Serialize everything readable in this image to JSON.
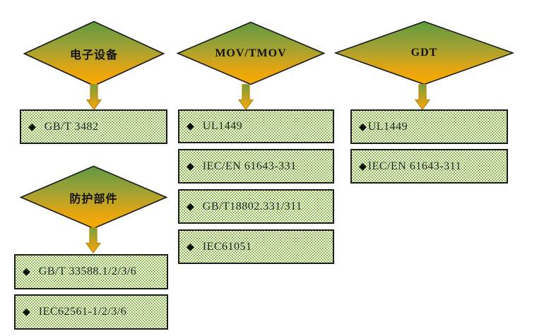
{
  "bullet": "◆",
  "groups": [
    {
      "diamond": "电子设备",
      "boxes": [
        "GB/T 3482"
      ]
    },
    {
      "diamond": "防护部件",
      "boxes": [
        "GB/T 33588.1/2/3/6",
        "IEC62561-1/2/3/6"
      ]
    },
    {
      "diamond": "MOV/TMOV",
      "boxes": [
        "UL1449",
        "IEC/EN 61643-331",
        "GB/T18802.331/311",
        "IEC61051"
      ]
    },
    {
      "diamond": "GDT",
      "boxes": [
        "UL1449",
        "IEC/EN 61643-311"
      ]
    }
  ],
  "colors": {
    "diamond_gradient_top": "#5f9a40",
    "diamond_gradient_mid": "#a3a233",
    "diamond_gradient_bottom": "#f9ab00",
    "diamond_outline": "#1a1a1a",
    "arrow_outline": "#bc8a10",
    "box_pattern_green": "#8dc14c",
    "box_pattern_white": "#ffffff",
    "box_border": "#1c1c1c",
    "text": "#262626",
    "background": "#ffffff"
  }
}
